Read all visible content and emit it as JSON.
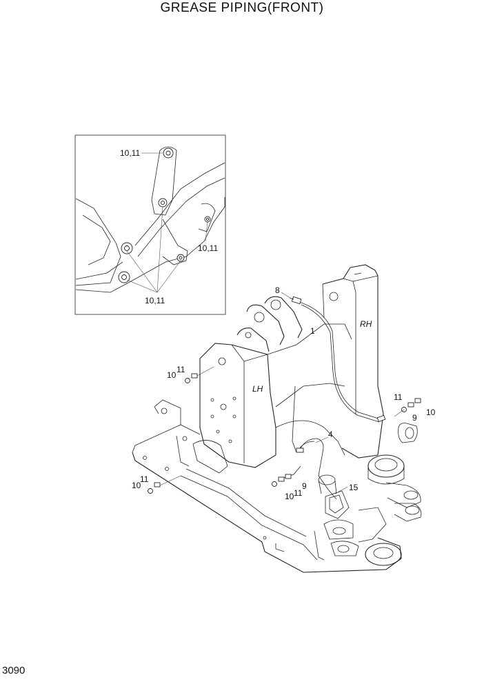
{
  "page": {
    "title": "GREASE PIPING(FRONT)",
    "page_number": "3090"
  },
  "inset": {
    "callouts": [
      "10,11",
      "10,11",
      "10,11"
    ]
  },
  "frame": {
    "side_labels": [
      "RH",
      "LH"
    ],
    "callouts": [
      "8",
      "1",
      "11",
      "10",
      "11",
      "9",
      "10",
      "4",
      "11",
      "10",
      "9",
      "11",
      "10",
      "15"
    ]
  }
}
